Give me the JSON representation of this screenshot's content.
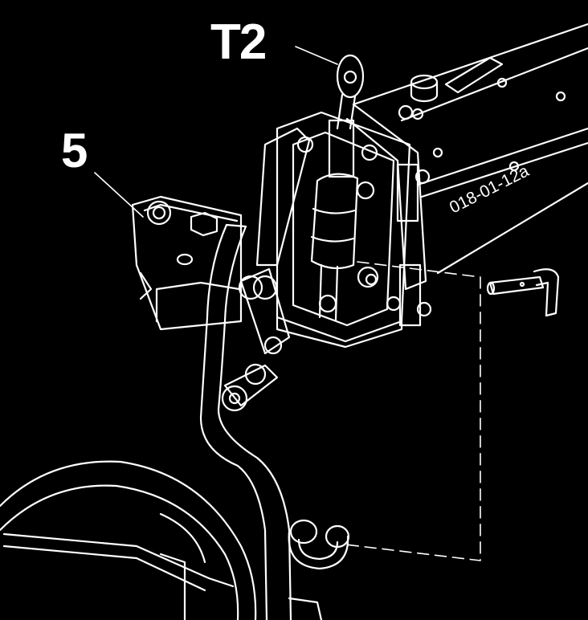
{
  "callouts": {
    "t2": "T2",
    "five": "5"
  },
  "part_code": "018-01-12a",
  "colors": {
    "background": "#000000",
    "line": "#ffffff"
  }
}
